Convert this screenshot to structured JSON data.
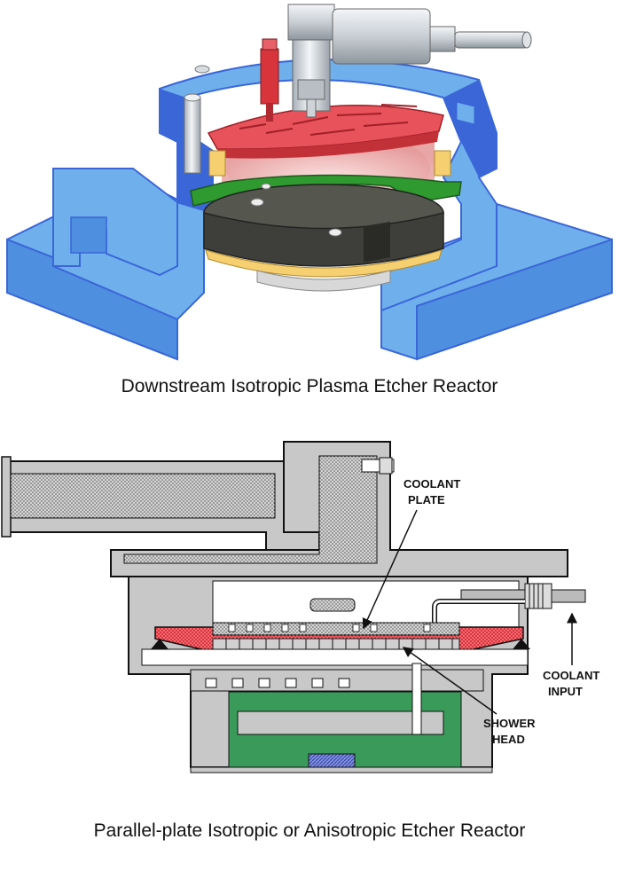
{
  "figures": [
    {
      "caption": "Downstream Isotropic Plasma Etcher Reactor",
      "colors": {
        "chamber": "#6fb0ec",
        "chamber_dark": "#3a66d8",
        "shower": "#e8525a",
        "plasma": "#f0b0b0",
        "ring_green": "#2f9a2f",
        "chuck": "#3e3f3a",
        "insulator": "#f5cf70",
        "metal": "#d8dde2"
      }
    },
    {
      "caption": "Parallel-plate Isotropic or Anisotropic Etcher Reactor",
      "labels": {
        "coolant_plate_1": "COOLANT",
        "coolant_plate_2": "PLATE",
        "coolant_input_1": "COOLANT",
        "coolant_input_2": "INPUT",
        "shower_head_1": "SHOWER",
        "shower_head_2": "HEAD"
      },
      "colors": {
        "body": "#c8c8c8",
        "stipple": "#b0b0b0",
        "red": "#e0303a",
        "green": "#3a9a5a",
        "blue": "#5a6acc"
      }
    }
  ]
}
